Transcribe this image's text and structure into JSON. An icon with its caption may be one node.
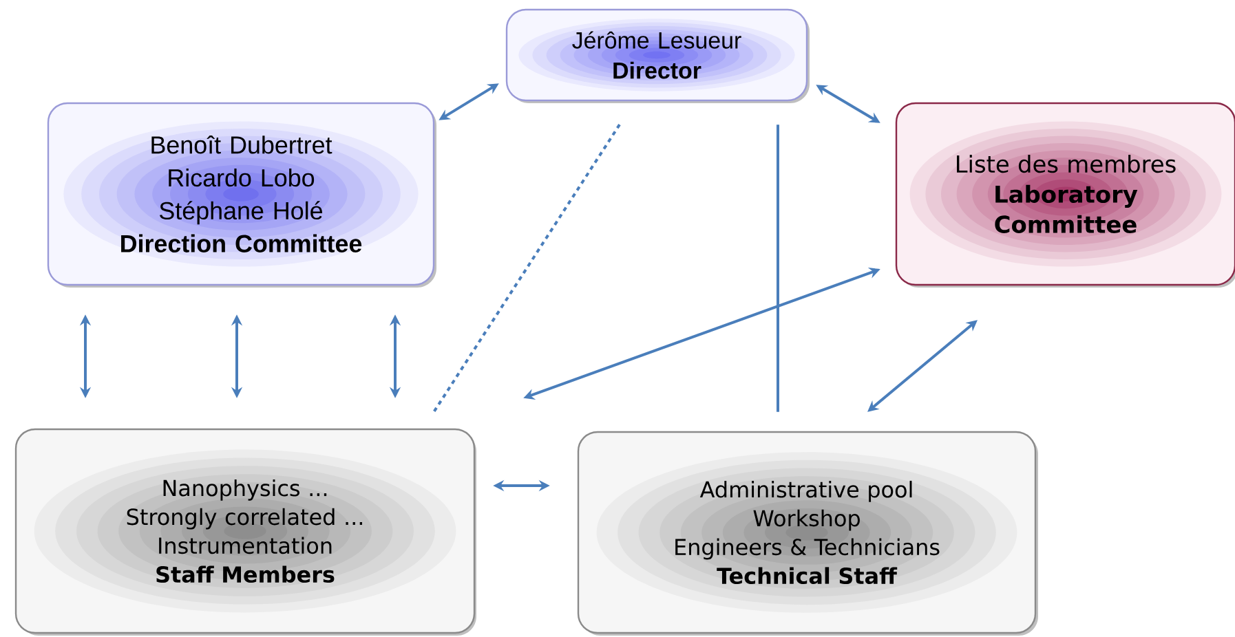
{
  "diagram": {
    "nodes": [
      {
        "text": [
          "Jérôme Lesueur",
          "Director"
        ]
      },
      {
        "text": [
          "Benoît Dubertret",
          "Ricardo Lobo",
          "Stéphane Holé",
          "Direction Committee"
        ]
      },
      {
        "text": [
          "Liste des membres",
          "Laboratory Committee"
        ]
      },
      {
        "text": [
          "Nanophysics ...",
          "Strongly correlated ...",
          "Instrumentation",
          "Staff Members"
        ]
      },
      {
        "text": [
          "Administrative pool",
          "Workshop",
          "Engineers & Technicians",
          "Technical Staff"
        ]
      }
    ],
    "edges": [
      {
        "from": 0,
        "to": 1,
        "arrow": "both"
      },
      {
        "from": 0,
        "to": 2,
        "arrow": "both"
      },
      {
        "from": 1,
        "to": 3,
        "arrow": "both"
      },
      {
        "from": 1,
        "to": 3,
        "arrow": "both"
      },
      {
        "from": 1,
        "to": 3,
        "arrow": "both"
      },
      {
        "from": 0,
        "to": 3,
        "arrow": "none",
        "style": "dashed"
      },
      {
        "from": 4,
        "to": 0,
        "arrow": "none"
      },
      {
        "from": 2,
        "to": 3,
        "arrow": "both"
      },
      {
        "from": 2,
        "to": 4,
        "arrow": "both"
      },
      {
        "from": 3,
        "to": 4,
        "arrow": "both"
      }
    ]
  }
}
